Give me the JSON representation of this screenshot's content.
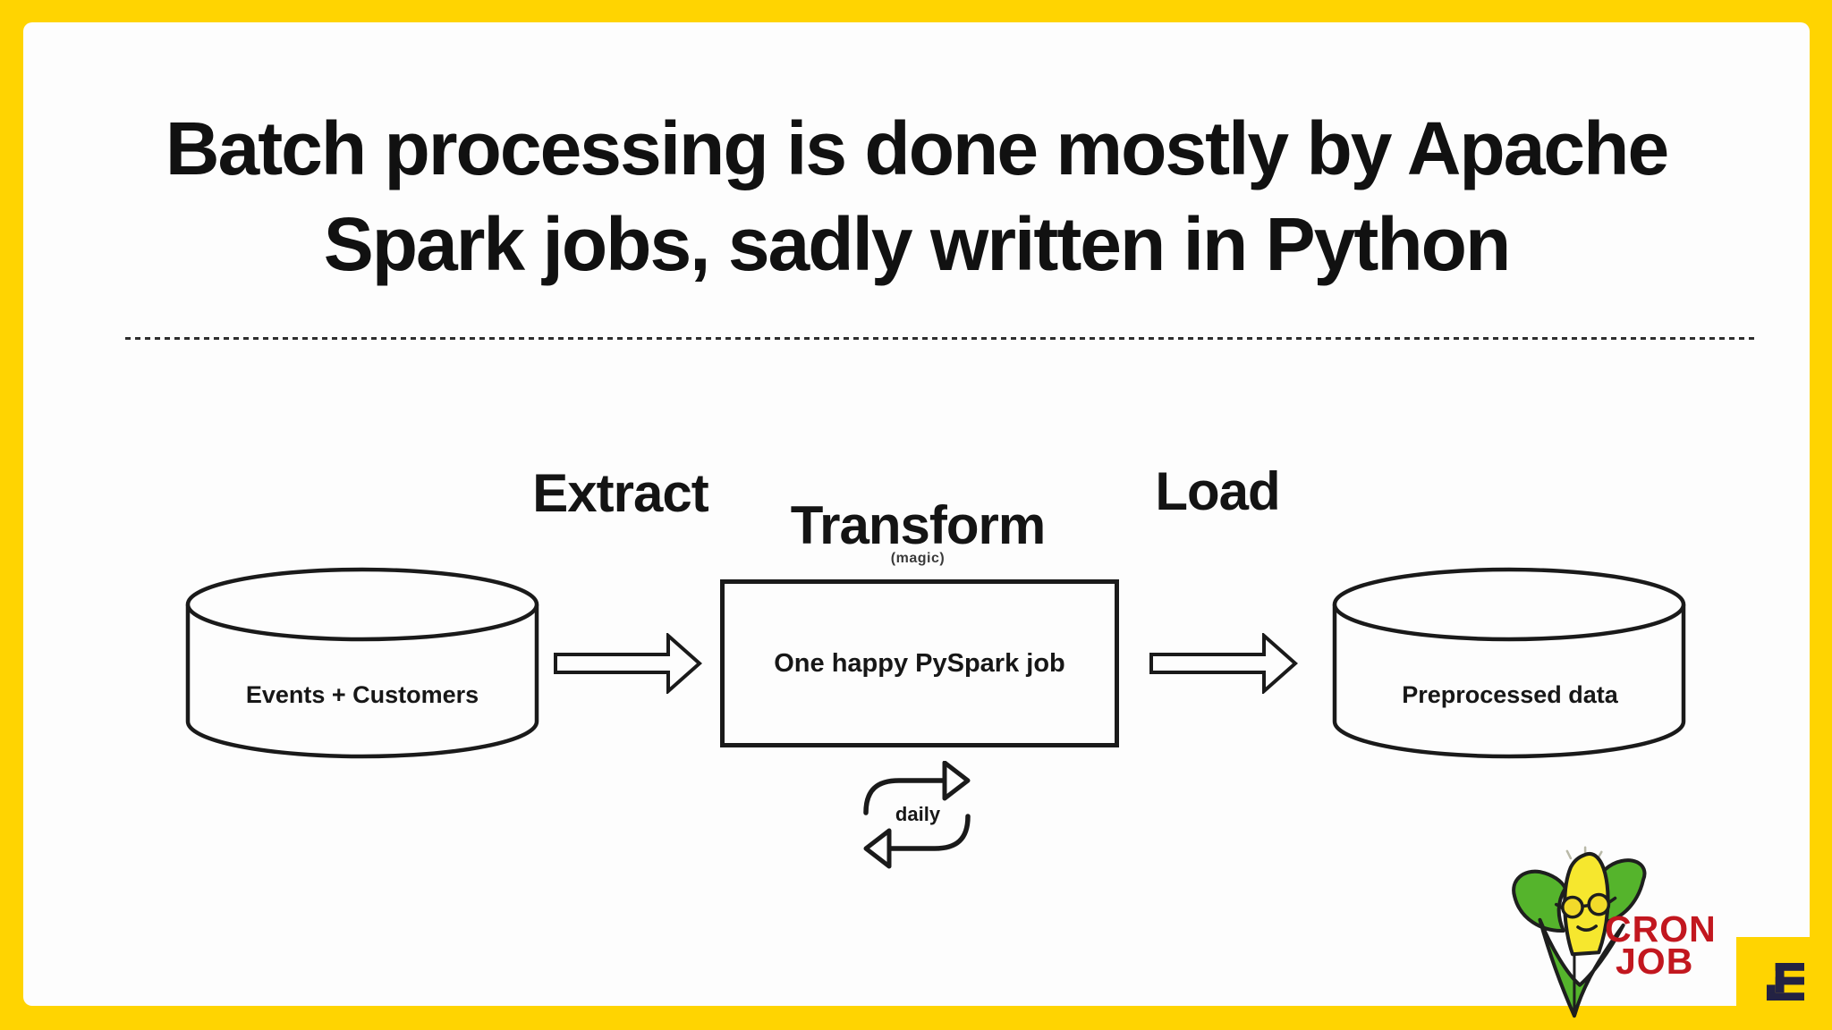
{
  "slide": {
    "title_lines": [
      "Batch processing is done mostly by Apache",
      "Spark jobs, sadly written in Python"
    ]
  },
  "diagram": {
    "stages": {
      "extract": "Extract",
      "transform": "Transform",
      "transform_note": "(magic)",
      "load": "Load"
    },
    "source_database": {
      "label": "Events + Customers"
    },
    "job_box": {
      "label": "One happy PySpark job"
    },
    "sink_database": {
      "label": "Preprocessed data"
    },
    "schedule": {
      "label": "daily"
    }
  },
  "branding": {
    "logo_text_line1": "CRON",
    "logo_text_line2": "JOB"
  },
  "colors": {
    "frame_yellow": "#FFD401",
    "slide_background": "#FDFDFD",
    "ink": "#1A1A1A",
    "logo_red": "#C2171F",
    "corn_green": "#55B42C",
    "corn_yellow": "#F6E72E",
    "corner_glyph_navy": "#232243"
  }
}
